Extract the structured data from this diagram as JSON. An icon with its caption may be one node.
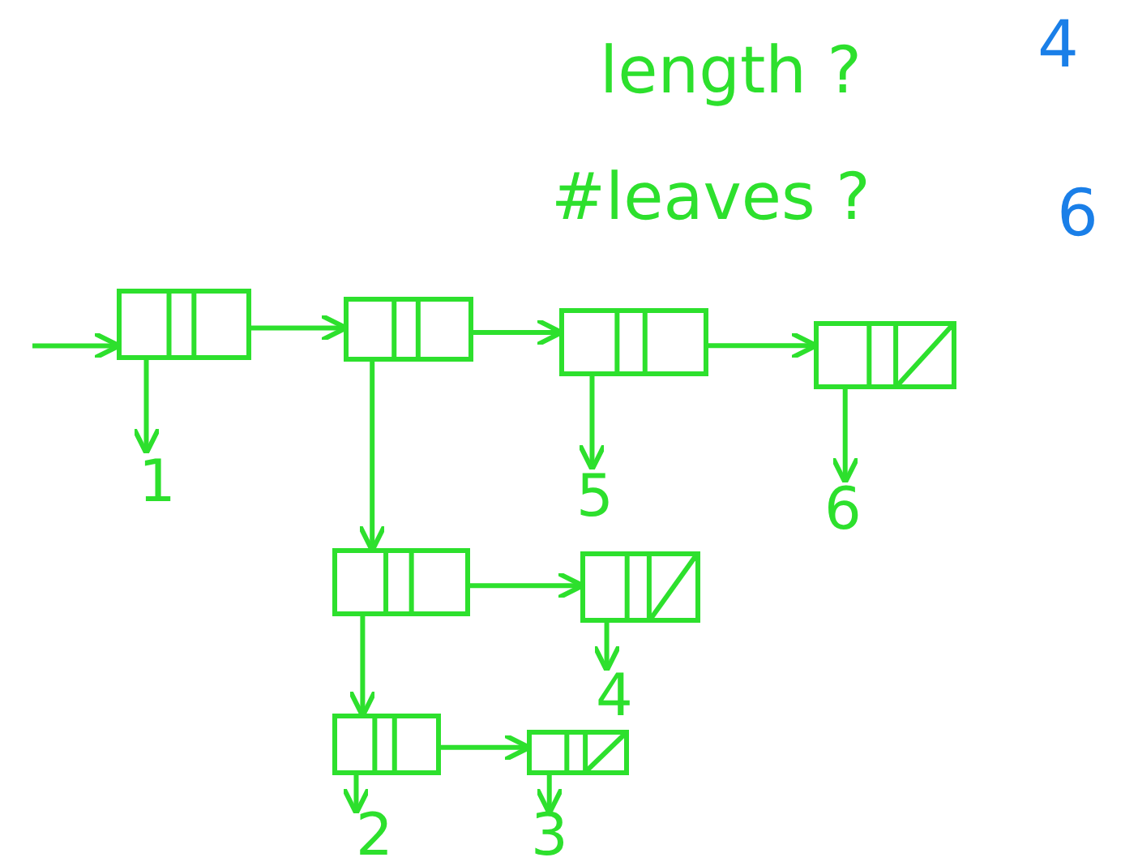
{
  "diagram": {
    "nodes": [
      {
        "text": [],
        "shape": "box"
      },
      {
        "text": [],
        "shape": "box"
      },
      {
        "text": [],
        "shape": "box"
      },
      {
        "text": [],
        "shape": "box"
      },
      {
        "text": [
          "1"
        ]
      },
      {
        "text": [
          "5"
        ]
      },
      {
        "text": [
          "6"
        ]
      },
      {
        "text": [],
        "shape": "box"
      },
      {
        "text": [],
        "shape": "box"
      },
      {
        "text": [
          "4"
        ]
      },
      {
        "text": [],
        "shape": "box"
      },
      {
        "text": [],
        "shape": "box"
      },
      {
        "text": [
          "2"
        ]
      },
      {
        "text": [
          "3"
        ]
      }
    ],
    "edges": [
      {
        "from": null,
        "to": 0,
        "arrow": "to"
      },
      {
        "from": 0,
        "to": 4,
        "arrow": "to"
      },
      {
        "from": 0,
        "to": 1,
        "arrow": "to"
      },
      {
        "from": 1,
        "to": 7,
        "arrow": "to"
      },
      {
        "from": 1,
        "to": 2,
        "arrow": "to"
      },
      {
        "from": 2,
        "to": 5,
        "arrow": "to"
      },
      {
        "from": 2,
        "to": 3,
        "arrow": "to"
      },
      {
        "from": 3,
        "to": 6,
        "arrow": "to"
      },
      {
        "from": 7,
        "to": 10,
        "arrow": "to"
      },
      {
        "from": 7,
        "to": 8,
        "arrow": "to"
      },
      {
        "from": 8,
        "to": 9,
        "arrow": "to"
      },
      {
        "from": 10,
        "to": 12,
        "arrow": "to"
      },
      {
        "from": 10,
        "to": 11,
        "arrow": "to"
      },
      {
        "from": 11,
        "to": 13,
        "arrow": "to"
      }
    ],
    "labels": [
      "length ?",
      "4",
      "#leaves ?",
      "6"
    ]
  }
}
